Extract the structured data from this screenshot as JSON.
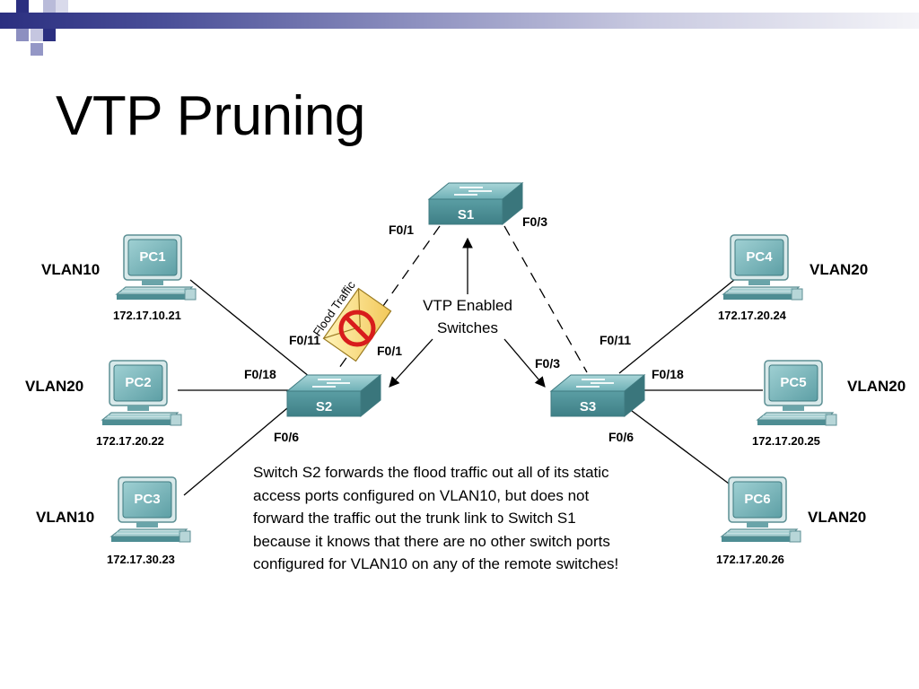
{
  "slide": {
    "title": "VTP Pruning"
  },
  "switches": [
    {
      "id": "s1",
      "name": "S1"
    },
    {
      "id": "s2",
      "name": "S2"
    },
    {
      "id": "s3",
      "name": "S3"
    }
  ],
  "pcs": [
    {
      "id": "pc1",
      "name": "PC1",
      "vlan": "VLAN10",
      "ip": "172.17.10.21"
    },
    {
      "id": "pc2",
      "name": "PC2",
      "vlan": "VLAN20",
      "ip": "172.17.20.22"
    },
    {
      "id": "pc3",
      "name": "PC3",
      "vlan": "VLAN10",
      "ip": "172.17.30.23"
    },
    {
      "id": "pc4",
      "name": "PC4",
      "vlan": "VLAN20",
      "ip": "172.17.20.24"
    },
    {
      "id": "pc5",
      "name": "PC5",
      "vlan": "VLAN20",
      "ip": "172.17.20.25"
    },
    {
      "id": "pc6",
      "name": "PC6",
      "vlan": "VLAN20",
      "ip": "172.17.20.26"
    }
  ],
  "ports": {
    "s1_left": "F0/1",
    "s1_right": "F0/3",
    "s2_pc1": "F0/11",
    "s2_pc2": "F0/18",
    "s2_s1": "F0/1",
    "s2_pc3": "F0/6",
    "s3_pc4": "F0/11",
    "s3_pc5": "F0/18",
    "s3_s1": "F0/3",
    "s3_pc6": "F0/6"
  },
  "callout": {
    "line1": "VTP Enabled",
    "line2": "Switches"
  },
  "flood_label": "Flood Traffic",
  "caption_lines": [
    "Switch S2 forwards the flood traffic out all of its static",
    "access ports configured on VLAN10, but does not",
    "forward the traffic out the trunk link to Switch S1",
    "because it knows that there are no other switch ports",
    "configured for VLAN10 on any of the remote switches!"
  ]
}
